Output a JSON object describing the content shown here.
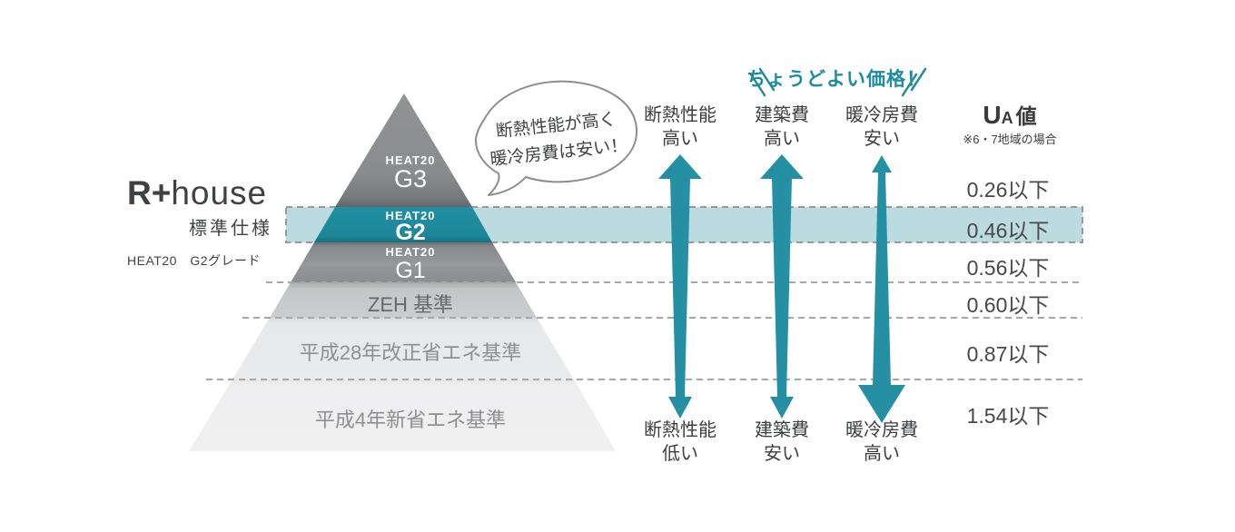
{
  "brand": {
    "logo_bold": "R+",
    "logo_rest": "house",
    "subtitle": "標準仕様",
    "grade_line": "HEAT20　G2グレード"
  },
  "bubble": {
    "line1": "断熱性能が高く",
    "line2": "暖冷房費は安い！"
  },
  "price_banner": "ちょうどよい価格！",
  "columns": [
    {
      "name": "断熱性能",
      "top": "高い",
      "bottom": "低い"
    },
    {
      "name": "建築費",
      "top": "高い",
      "bottom": "安い"
    },
    {
      "name": "暖冷房費",
      "top": "安い",
      "bottom": "高い"
    }
  ],
  "ua": {
    "title_u": "U",
    "title_a": "A",
    "title_unit": "値",
    "note": "※6・7地域の場合",
    "values": [
      "0.26以下",
      "0.46以下",
      "0.56以下",
      "0.60以下",
      "0.87以下",
      "1.54以下"
    ]
  },
  "pyramid": {
    "levels": [
      {
        "tier": "HEAT20",
        "grade": "G3"
      },
      {
        "tier": "HEAT20",
        "grade": "G2"
      },
      {
        "tier": "HEAT20",
        "grade": "G1"
      },
      {
        "grade": "ZEH 基準"
      },
      {
        "grade": "平成28年改正省エネ基準"
      },
      {
        "grade": "平成4年新省エネ基準"
      }
    ]
  },
  "colors": {
    "accent_teal": "#1e8ca0",
    "highlight_band": "#b5d8dd",
    "dash_gray": "#97999b"
  }
}
